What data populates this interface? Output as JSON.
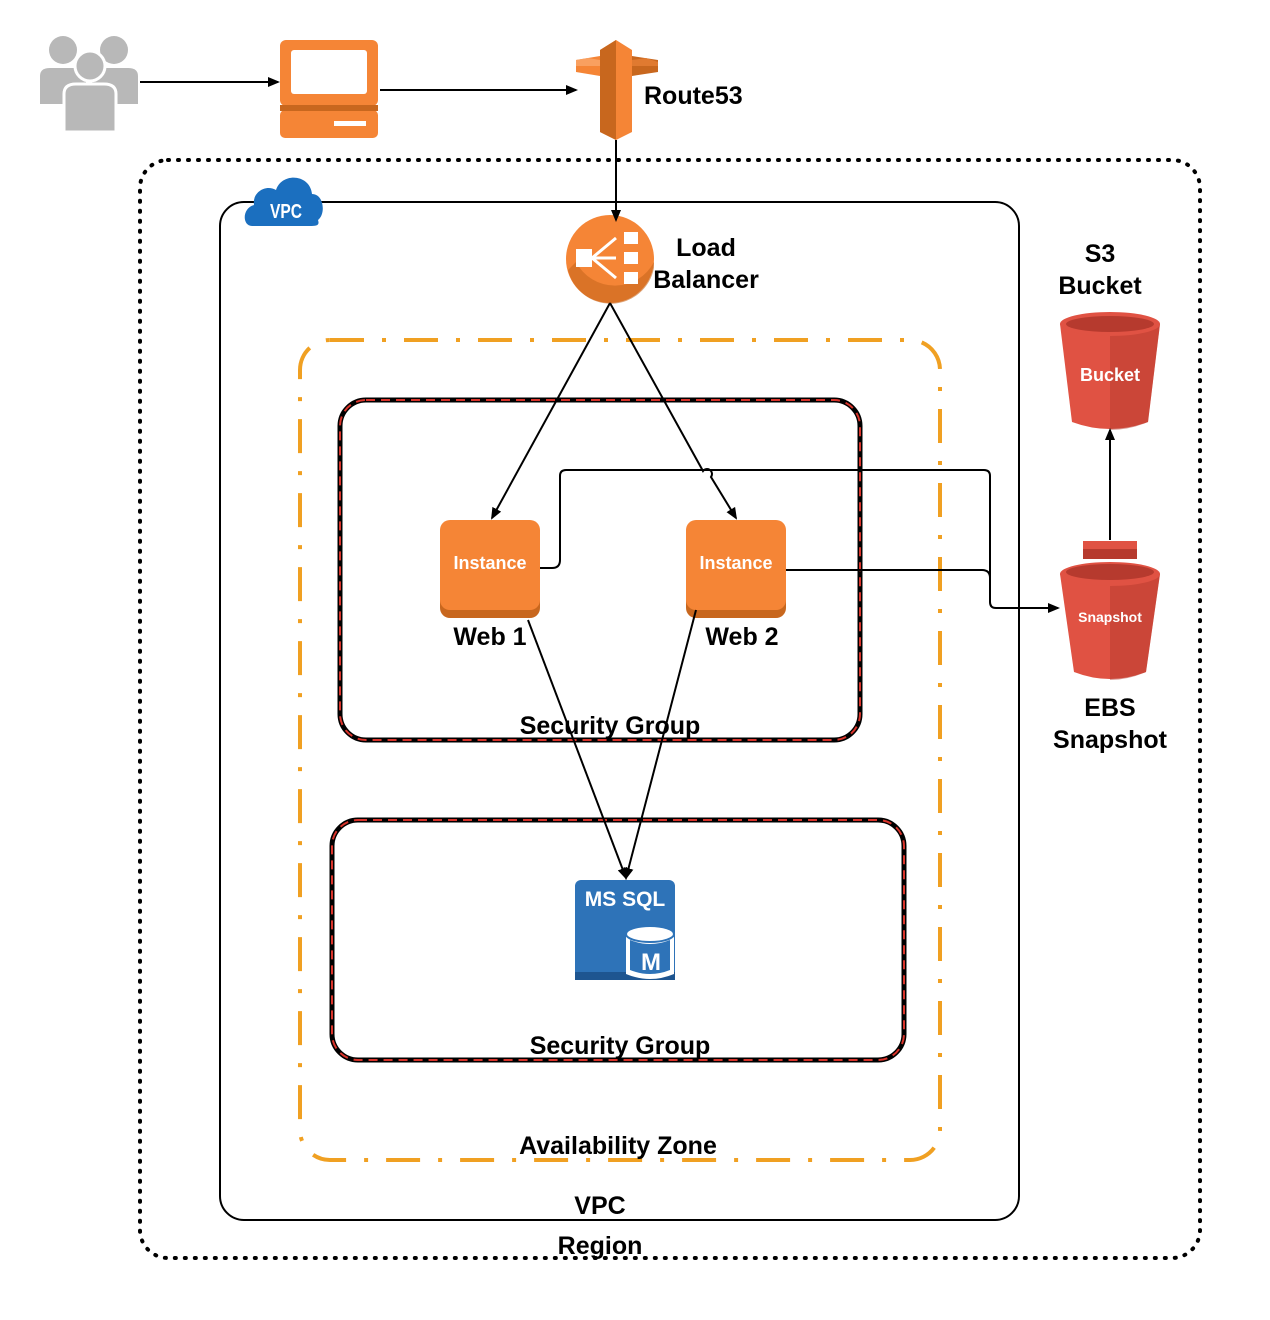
{
  "labels": {
    "route53": "Route53",
    "load_balancer_line1": "Load",
    "load_balancer_line2": "Balancer",
    "s3_line1": "S3",
    "s3_line2": "Bucket",
    "bucket_icon_text": "Bucket",
    "snapshot_icon_text": "Snapshot",
    "ebs_line1": "EBS",
    "ebs_line2": "Snapshot",
    "instance1_text": "Instance",
    "instance2_text": "Instance",
    "web1": "Web 1",
    "web2": "Web 2",
    "security_group_1": "Security Group",
    "security_group_2": "Security Group",
    "mssql_title": "MS SQL",
    "mssql_letter": "M",
    "availability_zone": "Availability Zone",
    "vpc": "VPC",
    "vpc_badge": "VPC",
    "region": "Region"
  },
  "colors": {
    "aws_orange": "#F58536",
    "aws_orange_dark": "#C8671E",
    "route53_dark": "#B5581A",
    "s3_red": "#E05243",
    "s3_red_dark": "#B63A2E",
    "mssql_blue": "#2E73B8",
    "vpc_blue": "#1B6FBF",
    "zone_orange": "#F0A022",
    "security_red": "#D9342B",
    "users_gray": "#B8B8B8"
  },
  "icons": [
    "users-icon",
    "computer-icon",
    "route53-icon",
    "load-balancer-icon",
    "vpc-cloud-icon",
    "ec2-instance-icon",
    "mssql-icon",
    "s3-bucket-icon",
    "ebs-snapshot-icon"
  ]
}
